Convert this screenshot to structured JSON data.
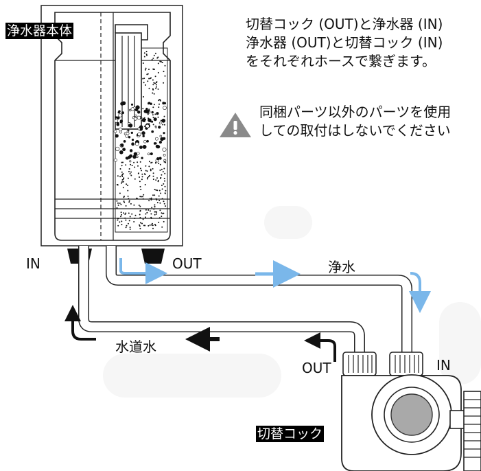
{
  "instructions": [
    "切替コック (OUT)と浄水器 (IN)",
    "浄水器 (OUT)と切替コック (IN)",
    "をそれぞれホースで繋ぎます。"
  ],
  "warning": {
    "icon": "warning-triangle-icon",
    "lines": [
      "同梱パーツ以外のパーツを使用",
      "しての取付はしないでください"
    ]
  },
  "labels": {
    "purifier_body": "浄水器本体",
    "switch_cock": "切替コック",
    "purifier_in": "IN",
    "purifier_out": "OUT",
    "cock_out": "OUT",
    "cock_in": "IN",
    "purified_water": "浄水",
    "tap_water": "水道水"
  },
  "colors": {
    "purified_arrow": "#7ab7ea",
    "tap_arrow": "#111111",
    "warning": "#8a8a8a"
  }
}
